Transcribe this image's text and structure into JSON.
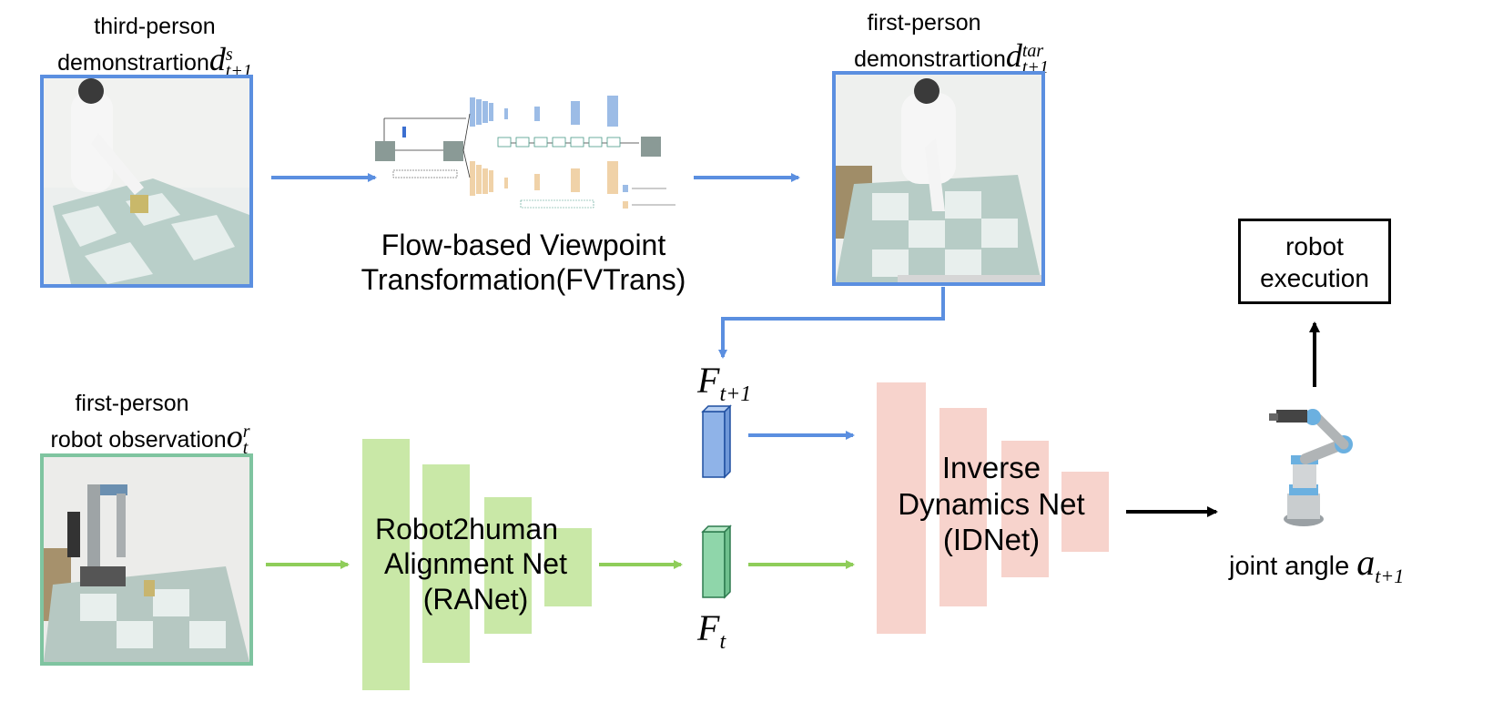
{
  "colors": {
    "blue_line": "#5b8fe0",
    "green_line": "#8fcd5a",
    "photo_border_blue": "#5b8fe0",
    "photo_border_green": "#7fc4a0",
    "green_block": "#c9e8a7",
    "pink_block": "#f7d3cc",
    "feature_blue": "#8fb3e8",
    "feature_green": "#8fd6aa"
  },
  "third_person": {
    "line1": "third-person",
    "line2": "demonstrartion",
    "math_base": "d",
    "math_sup": "s",
    "math_sub": "t+1"
  },
  "first_person_demo": {
    "line1": "first-person",
    "line2": "demonstrartion",
    "math_base": "d",
    "math_sup": "tar",
    "math_sub": "t+1"
  },
  "robot_obs": {
    "line1": "first-person",
    "line2": "robot observation",
    "math_base": "o",
    "math_sup": "r",
    "math_sub": "t"
  },
  "fvtrans": {
    "line1": "Flow-based Viewpoint",
    "line2": "Transformation(FVTrans)"
  },
  "ranet": {
    "line1": "Robot2human",
    "line2": "Alignment Net",
    "line3": "(RANet)"
  },
  "idnet": {
    "line1": "Inverse",
    "line2": "Dynamics Net",
    "line3": "(IDNet)"
  },
  "features": {
    "top_base": "F",
    "top_sub": "t+1",
    "bottom_base": "F",
    "bottom_sub": "t"
  },
  "robot_execution": {
    "line1": "robot",
    "line2": "execution"
  },
  "joint_angle": {
    "label": "joint angle",
    "math_base": "a",
    "math_sub": "t+1"
  }
}
